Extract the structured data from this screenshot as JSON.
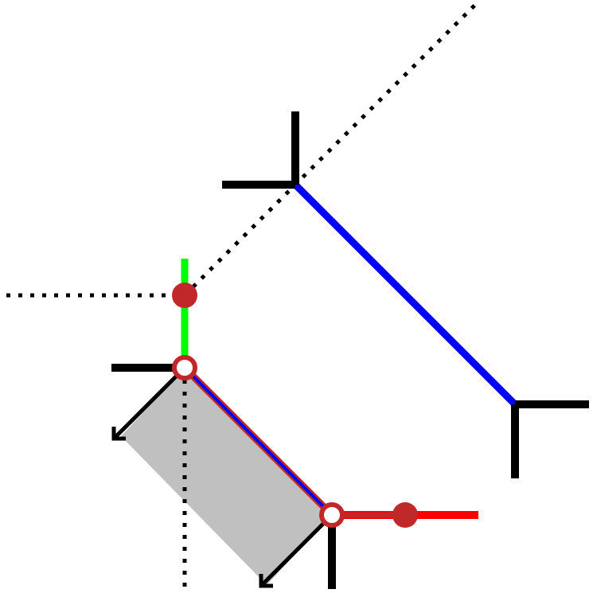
{
  "colors": {
    "background": "#ffffff",
    "structure": "#000000",
    "dotted": "#000000",
    "blue_edge": "#0000ff",
    "red_edge": "#ff0000",
    "green_edge": "#00ff00",
    "marker_red": "#c0282a",
    "hollow_fill": "#ffffff",
    "shaded_region": "#c0c0c0"
  },
  "elements": {
    "corner_top": "corner-bracket",
    "corner_right": "corner-bracket",
    "corner_left": "corner-bracket",
    "corner_bottom": "corner-bracket",
    "filled_markers": [
      "filled-circle",
      "filled-circle"
    ],
    "hollow_markers": [
      "hollow-circle",
      "hollow-circle"
    ],
    "arrows": [
      "arrow-down-left",
      "arrow-down-left"
    ],
    "dotted_lines": [
      "dotted-diagonal",
      "dotted-horizontal",
      "dotted-vertical"
    ]
  }
}
